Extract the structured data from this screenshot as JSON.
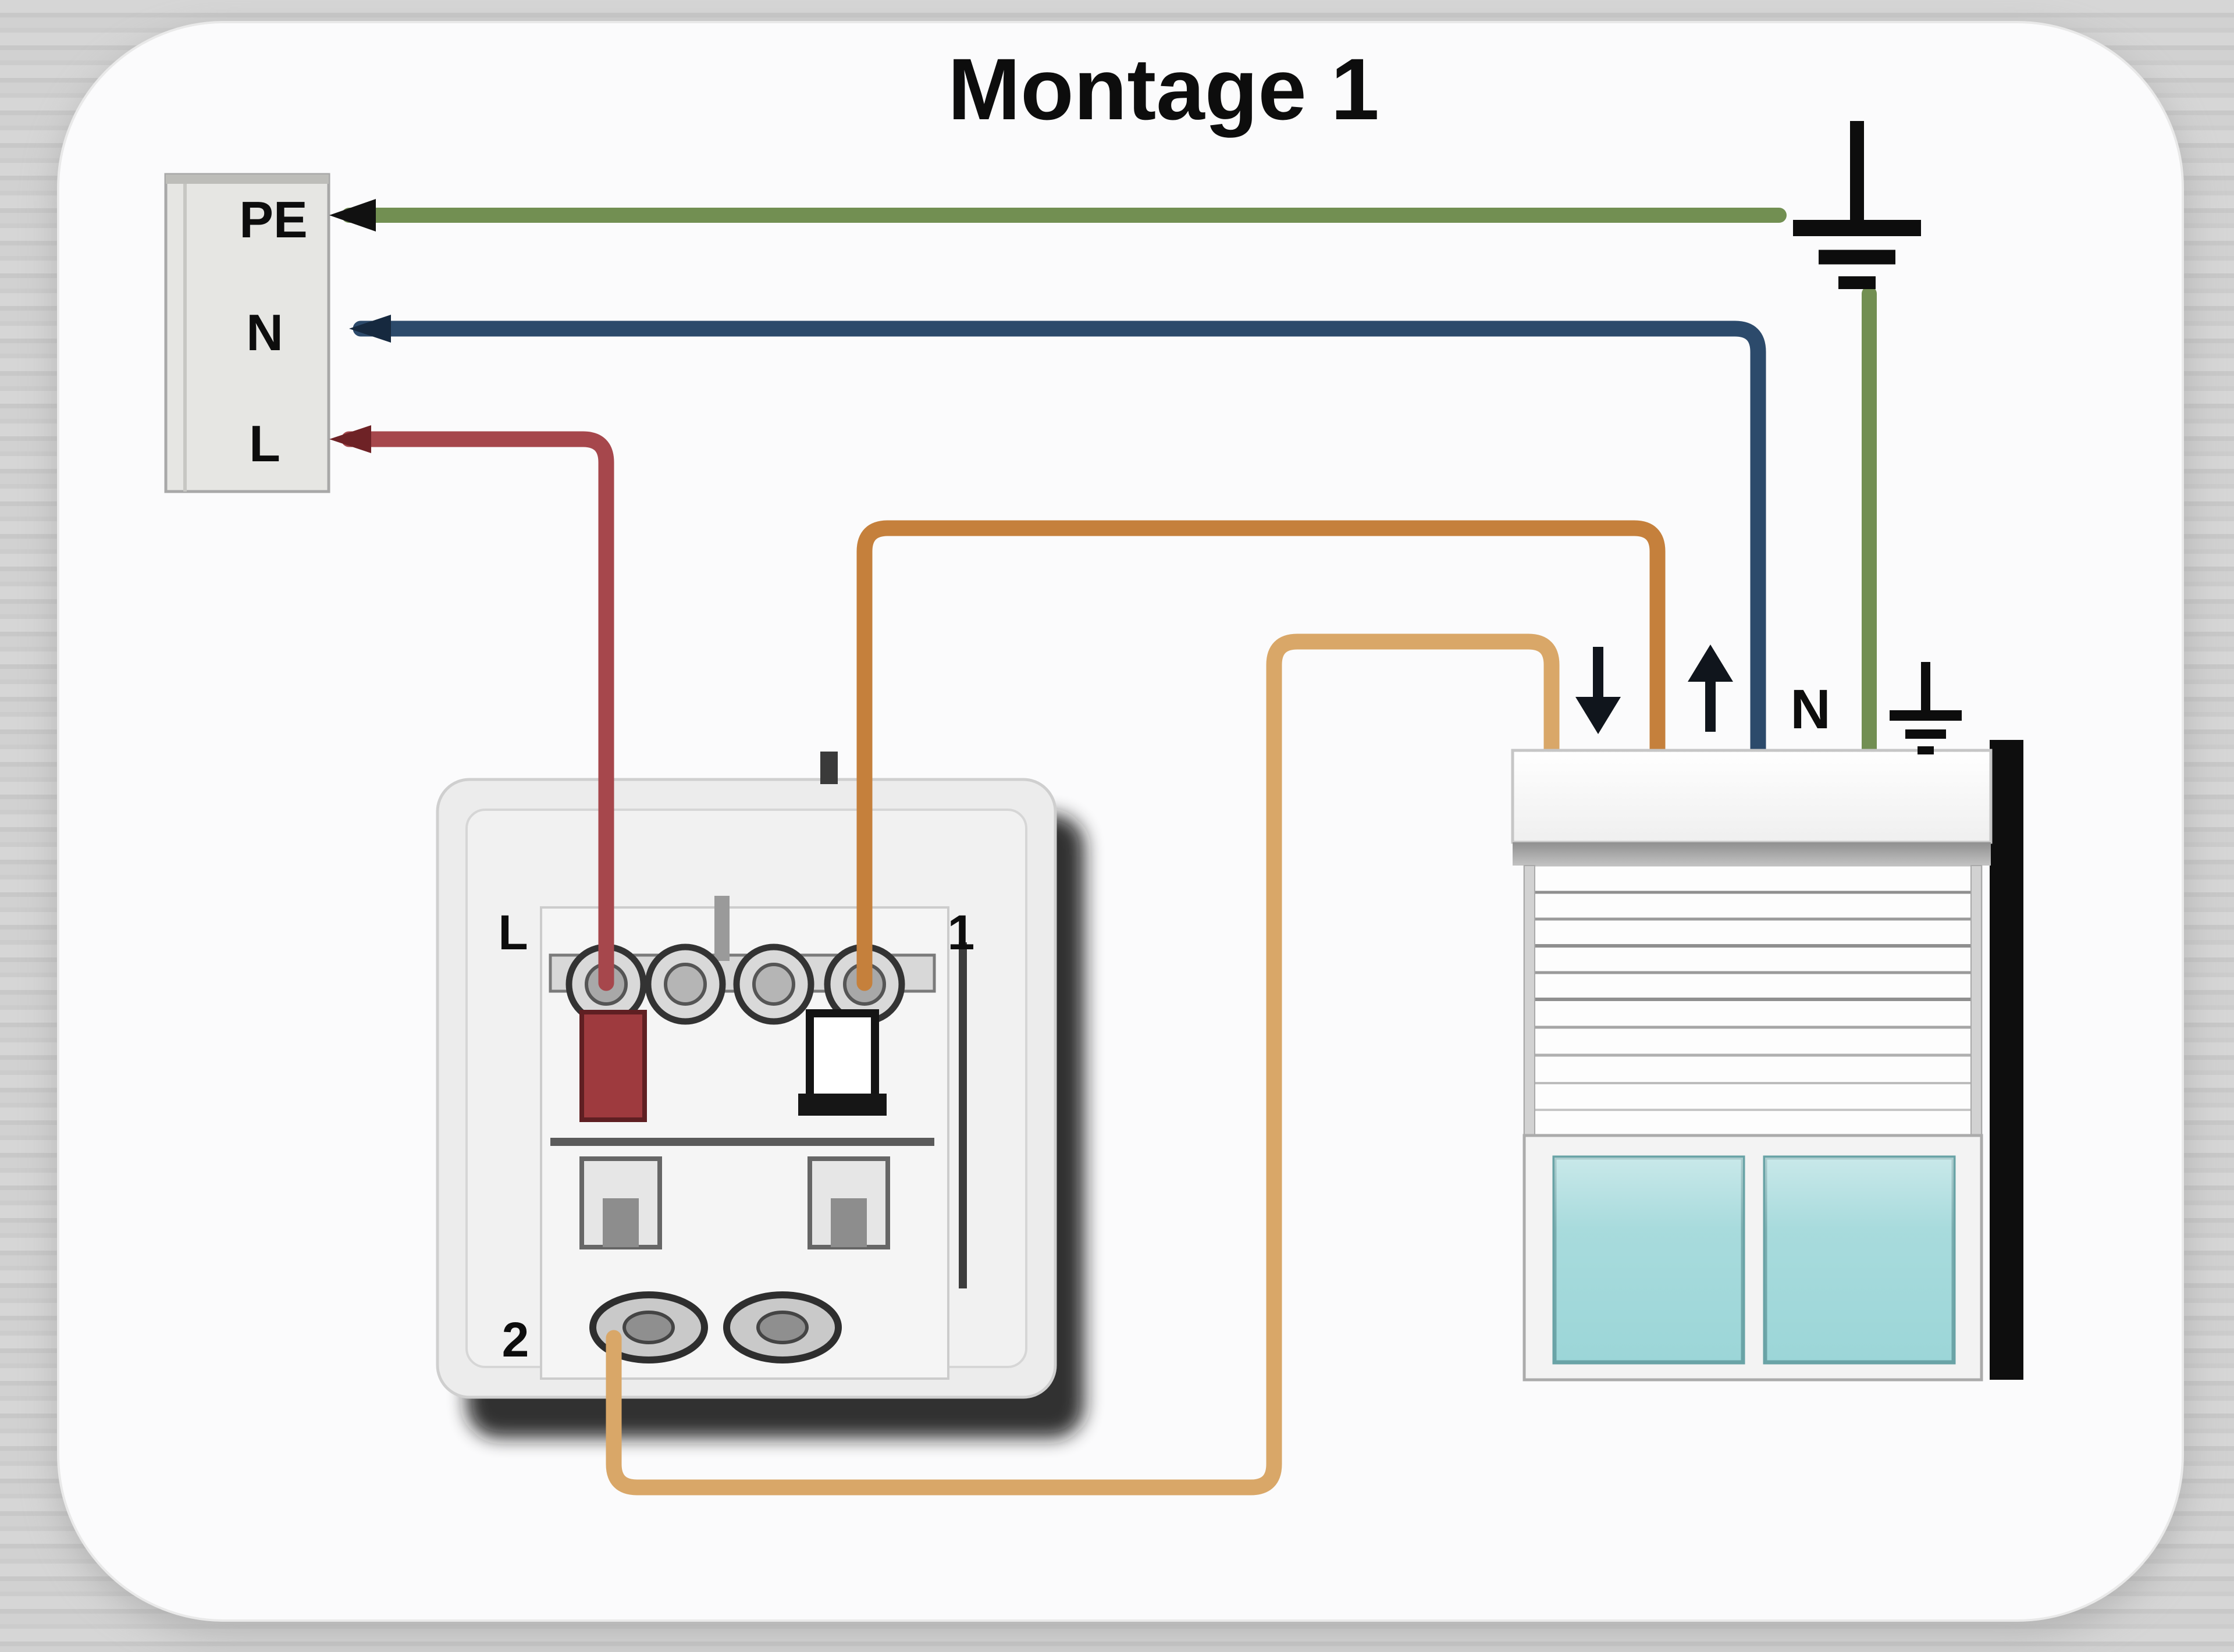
{
  "title": "Montage 1",
  "supply_block": {
    "pe_label": "PE",
    "n_label": "N",
    "l_label": "L"
  },
  "switch": {
    "terminal_l": "L",
    "terminal_1": "1",
    "terminal_2": "2"
  },
  "shutter": {
    "neutral_label": "N",
    "down_arrow": "↓",
    "up_arrow": "↑"
  },
  "icons": {
    "earth_ground": "⏚",
    "down_arrow": "↓",
    "up_arrow": "↑"
  },
  "colors": {
    "wire_green": "#728f52",
    "wire_blue": "#2c4a6b",
    "wire_red": "#a6474c",
    "wire_orange_dark": "#c5803c",
    "wire_orange_light": "#d9a768",
    "window_teal": "#9cd6d8",
    "rail_black": "#0e0e0e",
    "panel_white": "#fbfbfc",
    "block_gray": "#e6e6e3"
  }
}
